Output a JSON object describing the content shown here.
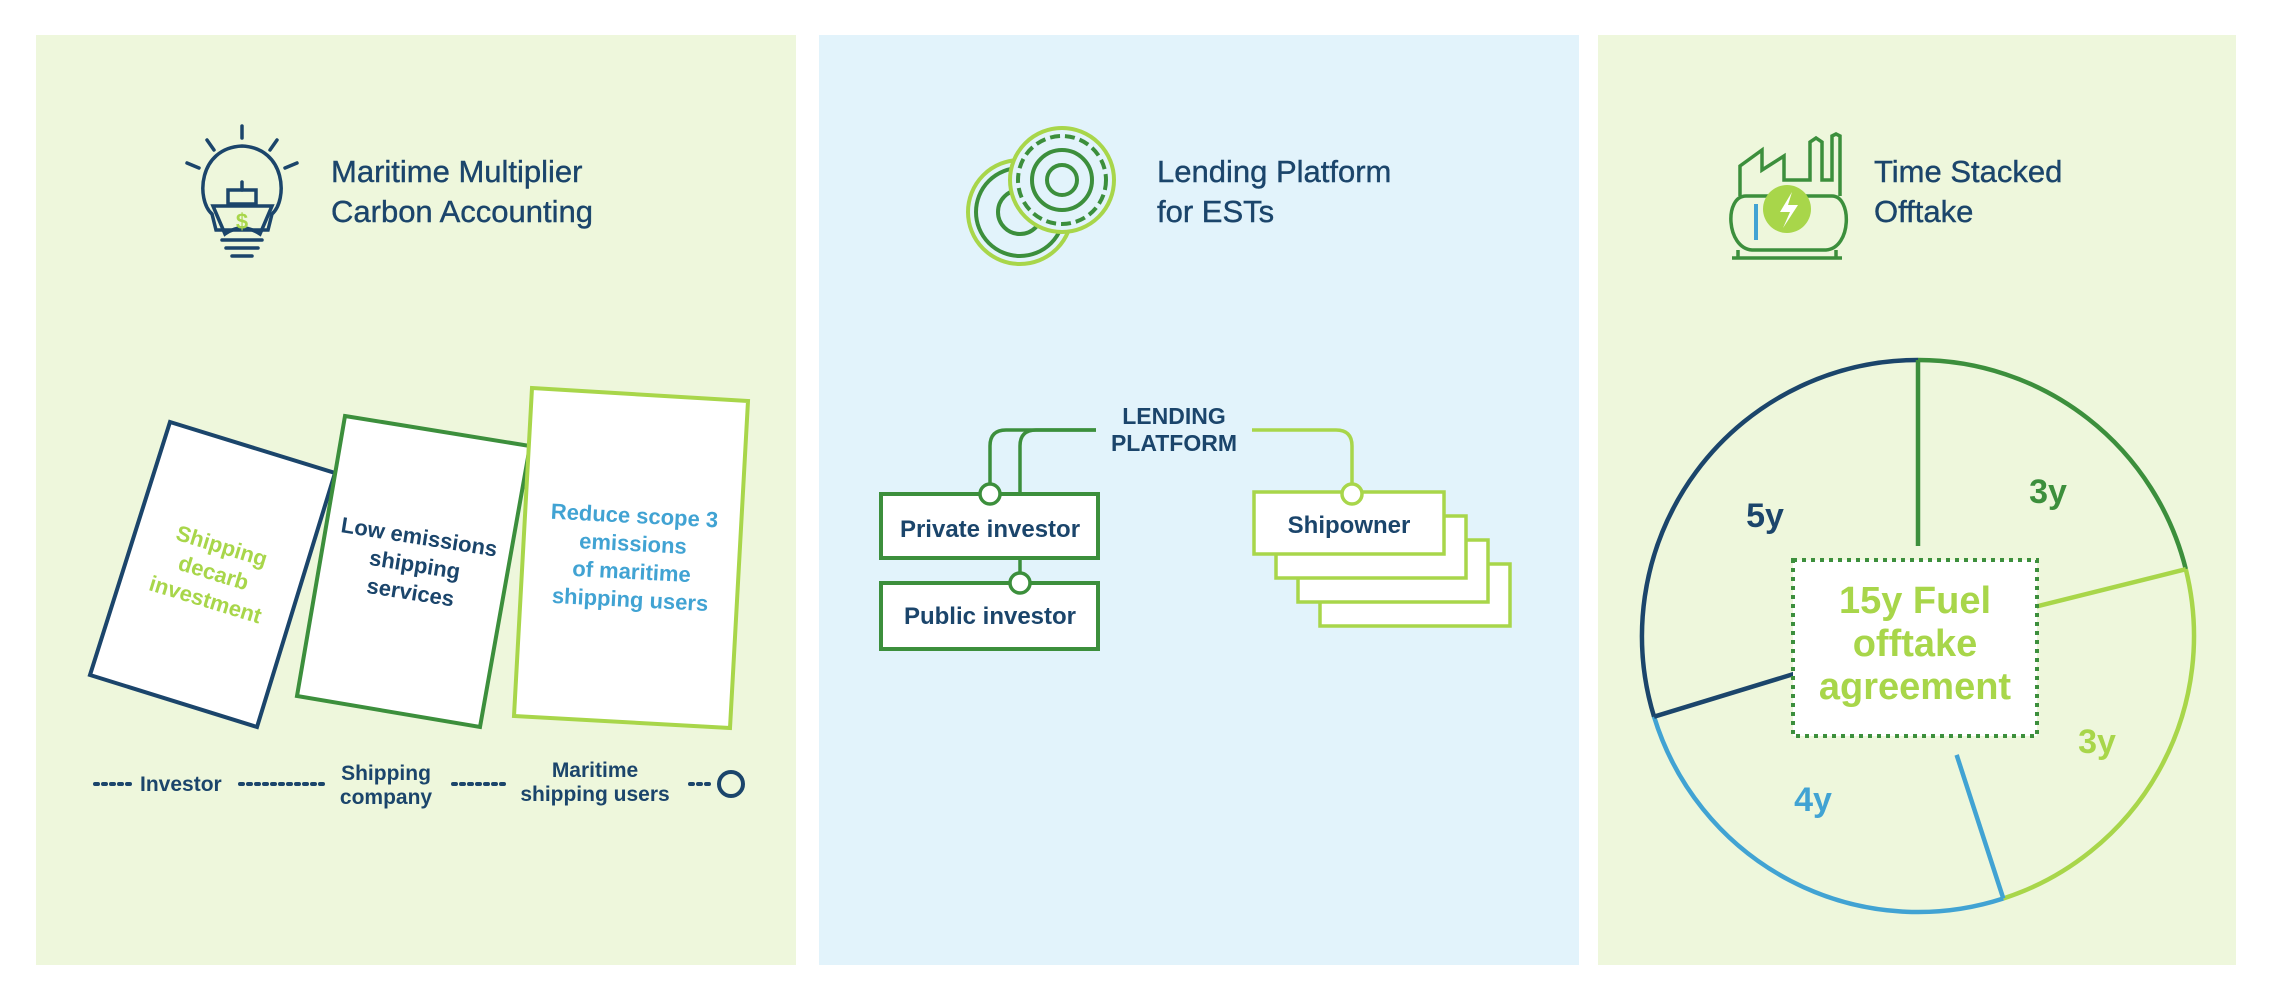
{
  "colors": {
    "navy": "#1b456b",
    "dark_green": "#3c8f3c",
    "lime": "#a8d64a",
    "sky_blue": "#41a3d3",
    "panel_green_bg": "#eef7dc",
    "panel_blue_bg": "#e2f3fb"
  },
  "panel_carbon": {
    "icon": "lightbulb-ship-dollar-icon",
    "title_line1": "Maritime Multiplier",
    "title_line2": "Carbon Accounting",
    "cards": [
      {
        "lines": [
          "Shipping",
          "decarb",
          "investment"
        ]
      },
      {
        "lines": [
          "Low emissions",
          "shipping",
          "services"
        ]
      },
      {
        "lines": [
          "Reduce scope 3",
          "emissions",
          "of maritime",
          "shipping users"
        ]
      }
    ],
    "chain": {
      "investor": "Investor",
      "shipping_company": [
        "Shipping",
        "company"
      ],
      "maritime_users": [
        "Maritime",
        "shipping users"
      ]
    }
  },
  "panel_lending": {
    "icon": "gear-coins-icon",
    "title_line1": "Lending Platform",
    "title_line2": "for ESTs",
    "platform_label": [
      "LENDING",
      "PLATFORM"
    ],
    "private_investor": "Private investor",
    "public_investor": "Public investor",
    "shipowner": "Shipowner"
  },
  "panel_offtake": {
    "icon": "factory-energy-icon",
    "title_line1": "Time Stacked",
    "title_line2": "Offtake",
    "center_label": [
      "15y Fuel",
      "offtake",
      "agreement"
    ],
    "segments": [
      {
        "label": "3y",
        "color": "#3c8f3c"
      },
      {
        "label": "3y",
        "color": "#a8d64a"
      },
      {
        "label": "4y",
        "color": "#41a3d3"
      },
      {
        "label": "5y",
        "color": "#1b456b"
      }
    ]
  }
}
